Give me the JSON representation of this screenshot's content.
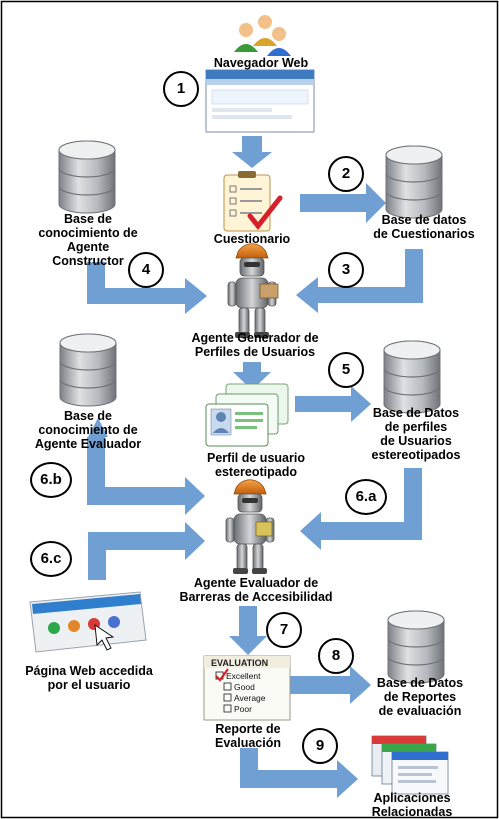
{
  "nodes": {
    "navegador": "Navegador Web",
    "cuestionario": "Cuestionario",
    "bd_cuestionarios": "Base de datos\nde  Cuestionarios",
    "bc_constructor": "Base de\nconocimiento de\nAgente\nConstructor",
    "agente_generador": "Agente Generador de\nPerfiles de Usuarios",
    "bc_evaluador": "Base de\nconocimiento de\nAgente Evaluador",
    "perfil": "Perfil de usuario\nestereotipado",
    "bd_perfiles": "Base de Datos\nde perfiles\nde  Usuarios\nestereotipados",
    "agente_evaluador": "Agente Evaluador de\nBarreras de Accesibilidad",
    "pagina_web": "Página Web accedida\npor el usuario",
    "reporte": "Reporte de\nEvaluación",
    "bd_reportes": "Base de Datos\nde Reportes\nde evaluación",
    "aplicaciones": "Aplicaciones\nRelacionadas"
  },
  "steps": [
    "1",
    "2",
    "3",
    "4",
    "5",
    "6.a",
    "6.b",
    "6.c",
    "7",
    "8",
    "9"
  ],
  "evaluation_sheet": {
    "title": "EVALUATION",
    "options": [
      "Excellent",
      "Good",
      "Average",
      "Poor"
    ]
  },
  "colors": {
    "arrow": "#6f9fd3",
    "database": "#a9adb3",
    "robot": "#8e9296",
    "helmet": "#e07a1c",
    "border": "#000000"
  }
}
